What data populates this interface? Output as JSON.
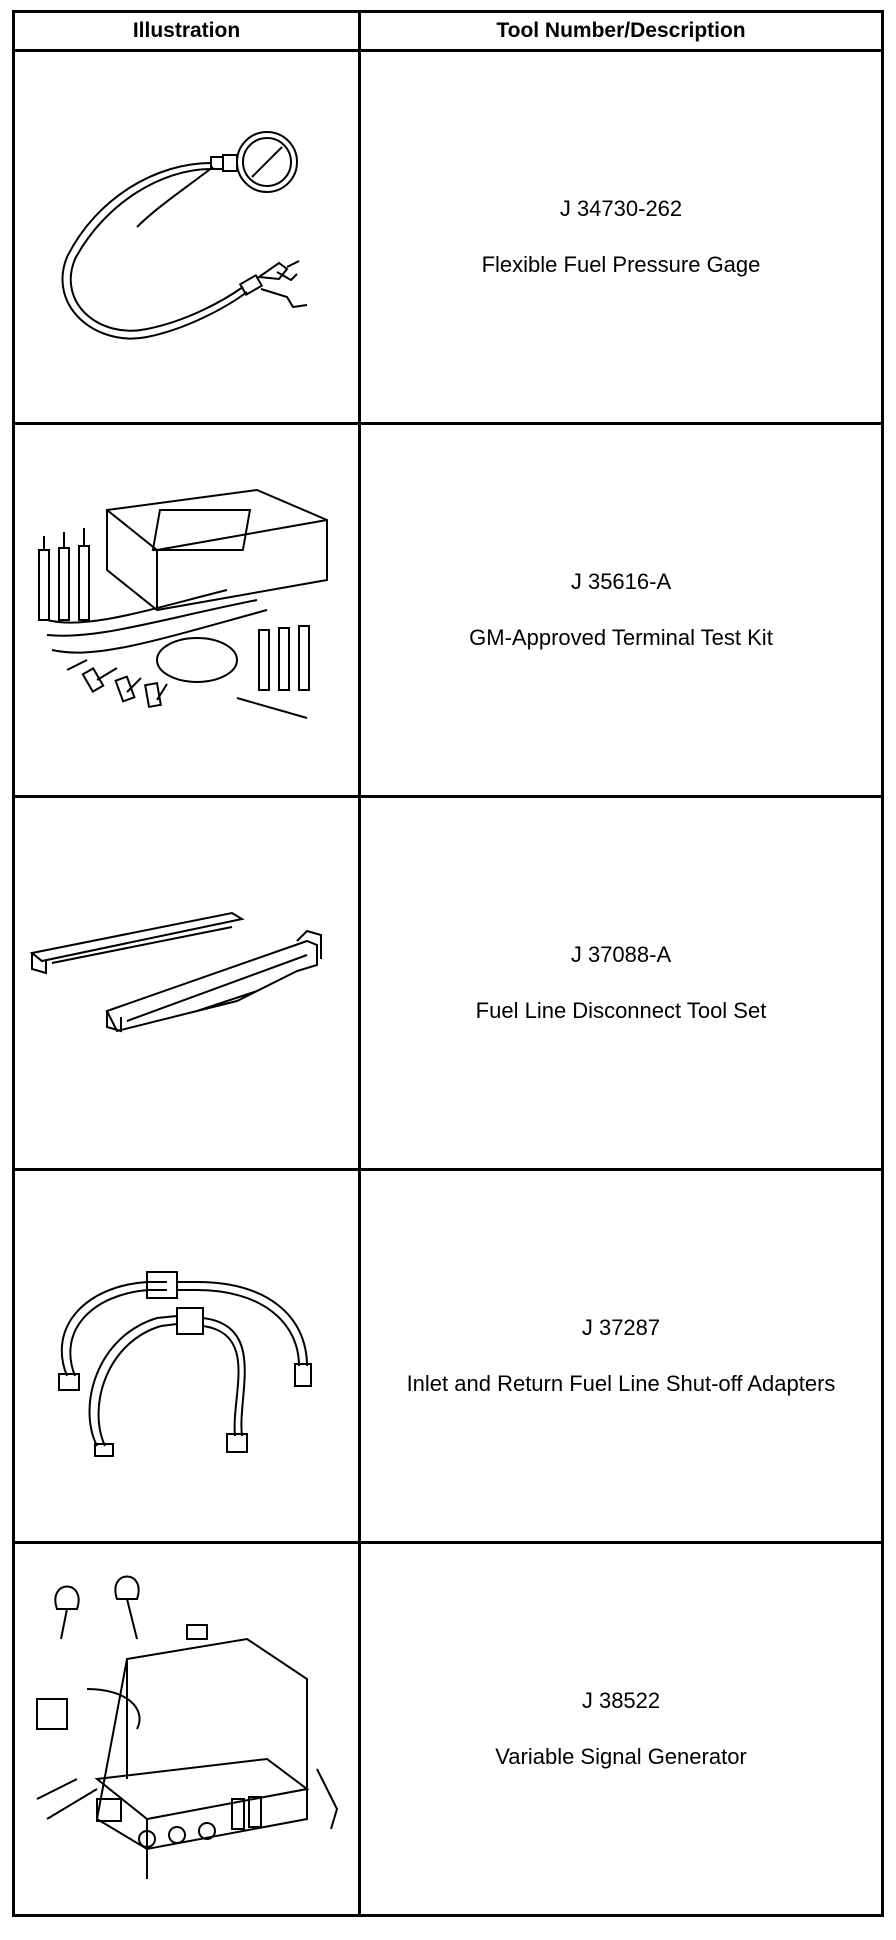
{
  "table": {
    "headers": {
      "illustration": "Illustration",
      "description": "Tool Number/Description"
    },
    "rows": [
      {
        "number": "J 34730-262",
        "description": "Flexible Fuel Pressure Gage",
        "illustration_icon": "fuel-pressure-gage-icon"
      },
      {
        "number": "J 35616-A",
        "description": "GM-Approved Terminal Test Kit",
        "illustration_icon": "terminal-test-kit-icon"
      },
      {
        "number": "J 37088-A",
        "description": "Fuel Line Disconnect Tool Set",
        "illustration_icon": "disconnect-tool-set-icon"
      },
      {
        "number": "J 37287",
        "description": "Inlet and Return Fuel Line Shut-off Adapters",
        "illustration_icon": "shutoff-adapters-icon"
      },
      {
        "number": "J 38522",
        "description": "Variable Signal Generator",
        "illustration_icon": "signal-generator-icon"
      }
    ]
  }
}
